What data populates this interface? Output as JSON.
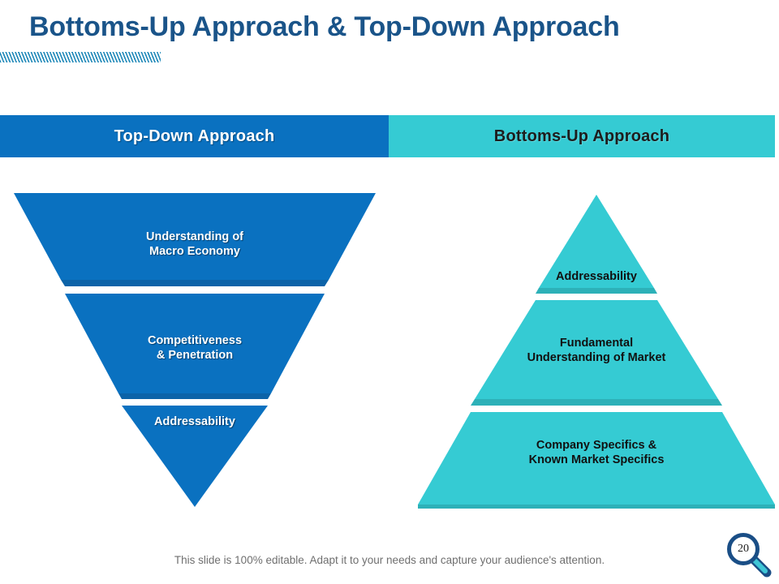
{
  "slide": {
    "title": "Bottoms-Up Approach & Top-Down Approach",
    "footer_note": "This slide is 100% editable. Adapt it to your needs and capture your audience's attention.",
    "page_number": "20",
    "badge_icon": "magnifier-icon",
    "title_color": "#1A5489"
  },
  "columns": [
    {
      "id": "top-down",
      "header": "Top-Down Approach",
      "header_bg": "#0A71C0",
      "header_text_color": "#FFFFFF",
      "shape": "inverted-triangle",
      "shape_color": "#0A71C0",
      "levels": [
        {
          "label": "Understanding of\nMacro Economy"
        },
        {
          "label": "Competitiveness\n& Penetration"
        },
        {
          "label": "Addressability"
        }
      ]
    },
    {
      "id": "bottoms-up",
      "header": "Bottoms-Up Approach",
      "header_bg": "#35CBD3",
      "header_text_color": "#1D1D1D",
      "shape": "triangle",
      "shape_color": "#35CBD3",
      "levels": [
        {
          "label": "Addressability"
        },
        {
          "label": "Fundamental\nUnderstanding of Market"
        },
        {
          "label": "Company Specifics &\nKnown Market Specifics"
        }
      ]
    }
  ]
}
